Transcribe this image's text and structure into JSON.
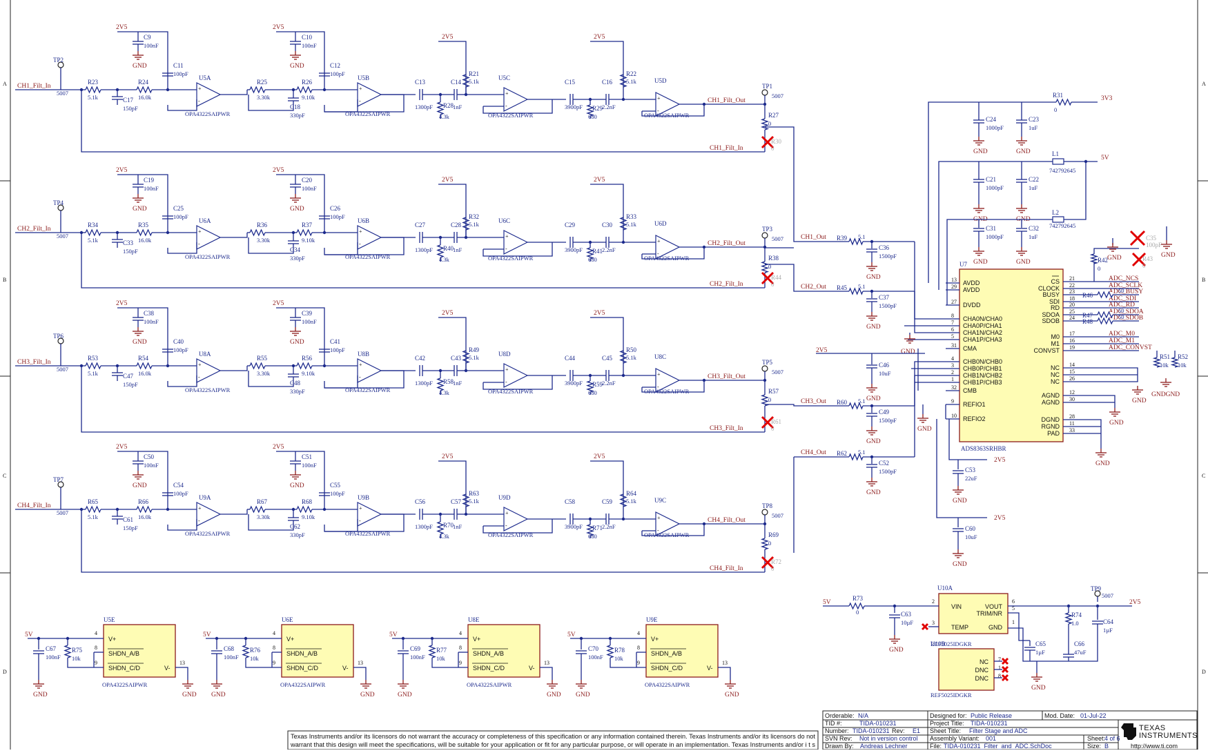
{
  "border": {
    "rows": [
      "A",
      "B",
      "C",
      "D"
    ]
  },
  "nets": {
    "ch1_in": "CH1_Filt_In",
    "ch2_in": "CH2_Filt_In",
    "ch3_in": "CH3_Filt_In",
    "ch4_in": "CH4_Filt_In",
    "ch1_out": "CH1_Filt_Out",
    "ch2_out": "CH2_Filt_Out",
    "ch3_out": "CH3_Filt_Out",
    "ch4_out": "CH4_Filt_Out",
    "ch1_o": "CH1_Out",
    "ch2_o": "CH2_Out",
    "ch3_o": "CH3_Out",
    "ch4_o": "CH4_Out",
    "v25": "2V5",
    "v5": "5V",
    "v33": "3V3",
    "gnd": "GND",
    "gndgnd": "GNDGND"
  },
  "common": {
    "opa_part": "OPA4322SAIPWR",
    "ref_part": "REF5025IDGKR",
    "tp_val": "5007"
  },
  "channels": [
    {
      "tp": "TP2",
      "r1": "R23",
      "r1v": "5.1k",
      "c_in": "C17",
      "c_inv": "150pF",
      "r2": "R24",
      "r2v": "16.0k",
      "cpwr": "C9",
      "cpwrv": "100nF",
      "cfb": "C11",
      "cfbv": "100pF",
      "ua": "U5A",
      "r3": "R25",
      "r3v": "3.30k",
      "r4": "R26",
      "r4v": "9.10k",
      "c2pwr": "C10",
      "c2pwrv": "100nF",
      "c2fb": "C12",
      "c2fbv": "100pF",
      "c2g": "C18",
      "c2gv": "330pF",
      "ub": "U5B",
      "c3": "C13",
      "c3v": "1300pF",
      "c4": "C14",
      "c4v": "1nF",
      "r5": "R21",
      "r5v": "5.1k",
      "r6": "R28",
      "r6v": "4.3k",
      "uc": "U5C",
      "c5": "C15",
      "c5v": "3900pF",
      "c6": "C16",
      "c6v": "2.2nF",
      "r7": "R22",
      "r7v": "5.1k",
      "r8": "R29",
      "r8v": "680",
      "ud": "U5D",
      "tpo": "TP1",
      "rs": "R27",
      "rsv": "0",
      "rd": "R30",
      "rdv": "0"
    },
    {
      "tp": "TP4",
      "r1": "R34",
      "r1v": "5.1k",
      "c_in": "C33",
      "c_inv": "150pF",
      "r2": "R35",
      "r2v": "16.0k",
      "cpwr": "C19",
      "cpwrv": "100nF",
      "cfb": "C25",
      "cfbv": "100pF",
      "ua": "U6A",
      "r3": "R36",
      "r3v": "3.30k",
      "r4": "R37",
      "r4v": "9.10k",
      "c2pwr": "C20",
      "c2pwrv": "100nF",
      "c2fb": "C26",
      "c2fbv": "100pF",
      "c2g": "C34",
      "c2gv": "330pF",
      "ub": "U6B",
      "c3": "C27",
      "c3v": "1300pF",
      "c4": "C28",
      "c4v": "1nF",
      "r5": "R32",
      "r5v": "5.1k",
      "r6": "R40",
      "r6v": "4.3k",
      "uc": "U6C",
      "c5": "C29",
      "c5v": "3900pF",
      "c6": "C30",
      "c6v": "2.2nF",
      "r7": "R33",
      "r7v": "5.1k",
      "r8": "R41",
      "r8v": "680",
      "ud": "U6D",
      "tpo": "TP3",
      "rs": "R38",
      "rsv": "0",
      "rd": "R44",
      "rdv": "0"
    },
    {
      "tp": "TP6",
      "r1": "R53",
      "r1v": "5.1k",
      "c_in": "C47",
      "c_inv": "150pF",
      "r2": "R54",
      "r2v": "16.0k",
      "cpwr": "C38",
      "cpwrv": "100nF",
      "cfb": "C40",
      "cfbv": "100pF",
      "ua": "U8A",
      "r3": "R55",
      "r3v": "3.30k",
      "r4": "R56",
      "r4v": "9.10k",
      "c2pwr": "C39",
      "c2pwrv": "100nF",
      "c2fb": "C41",
      "c2fbv": "100pF",
      "c2g": "C48",
      "c2gv": "330pF",
      "ub": "U8B",
      "c3": "C42",
      "c3v": "1300pF",
      "c4": "C43",
      "c4v": "1nF",
      "r5": "R49",
      "r5v": "5.1k",
      "r6": "R58",
      "r6v": "4.3k",
      "uc": "U8D",
      "c5": "C44",
      "c5v": "3900pF",
      "c6": "C45",
      "c6v": "2.2nF",
      "r7": "R50",
      "r7v": "5.1k",
      "r8": "R59",
      "r8v": "680",
      "ud": "U8C",
      "tpo": "TP5",
      "rs": "R57",
      "rsv": "0",
      "rd": "R61",
      "rdv": "0"
    },
    {
      "tp": "TP7",
      "r1": "R65",
      "r1v": "5.1k",
      "c_in": "C61",
      "c_inv": "150pF",
      "r2": "R66",
      "r2v": "16.0k",
      "cpwr": "C50",
      "cpwrv": "100nF",
      "cfb": "C54",
      "cfbv": "100pF",
      "ua": "U9A",
      "r3": "R67",
      "r3v": "3.30k",
      "r4": "R68",
      "r4v": "9.10k",
      "c2pwr": "C51",
      "c2pwrv": "100nF",
      "c2fb": "C55",
      "c2fbv": "100pF",
      "c2g": "C62",
      "c2gv": "330pF",
      "ub": "U9B",
      "c3": "C56",
      "c3v": "1300pF",
      "c4": "C57",
      "c4v": "1nF",
      "r5": "R63",
      "r5v": "5.1k",
      "r6": "R70",
      "r6v": "4.3k",
      "uc": "U9D",
      "c5": "C58",
      "c5v": "3900pF",
      "c6": "C59",
      "c6v": "2.2nF",
      "r7": "R64",
      "r7v": "5.1k",
      "r8": "R71",
      "r8v": "680",
      "ud": "U9C",
      "tpo": "TP8",
      "rs": "R69",
      "rsv": "0",
      "rd": "R72",
      "rdv": "0"
    }
  ],
  "adc": {
    "ref": "U7",
    "part": "ADS8363SRHBR",
    "left_pins": [
      "AVDD",
      "AVDD",
      "DVDD",
      "CHA0N/CHA0",
      "CHA0P/CHA1",
      "CHA1N/CHA2",
      "CHA1P/CHA3",
      "CMA",
      "CHB0N/CHB0",
      "CHB0P/CHB1",
      "CHB1N/CHB2",
      "CHB1P/CHB3",
      "CMB",
      "REFIO1",
      "REFIO2"
    ],
    "left_nums": [
      "13",
      "29",
      "27",
      "8",
      "7",
      "6",
      "5",
      "31",
      "4",
      "3",
      "2",
      "1",
      "32",
      "9",
      "10"
    ],
    "right_pins": [
      "CS",
      "CLOCK",
      "BUSY",
      "SDI",
      "RD",
      "SDOA",
      "SDOB",
      "M0",
      "M1",
      "CONVST",
      "NC",
      "NC",
      "NC",
      "AGND",
      "AGND",
      "DGND",
      "RGND",
      "PAD"
    ],
    "right_nums": [
      "21",
      "22",
      "23",
      "18",
      "20",
      "25",
      "24",
      "17",
      "16",
      "19",
      "14",
      "15",
      "26",
      "12",
      "30",
      "28",
      "11",
      "33"
    ],
    "nets": [
      "ADC_NCS",
      "ADC_SCLK",
      "ADC_BUSY",
      "ADC_SDI",
      "ADC_RD",
      "ADC_SDOA",
      "ADC_SDOB",
      "ADC_M0",
      "ADC_M1",
      "ADC_CONVST"
    ],
    "r46": "R46",
    "r47": "R47",
    "r48": "R48",
    "r_v": "50",
    "r42": "R42",
    "r42v": "0",
    "r43": "R43",
    "r43v": "0",
    "c35": "C35",
    "c35v": "100pF",
    "r51": "R51",
    "r51v": "10k",
    "r52": "R52",
    "r52v": "10k",
    "filt": [
      {
        "r": "R39",
        "c": "C36"
      },
      {
        "r": "R45",
        "c": "C37"
      },
      {
        "r": "R60",
        "c": "C49"
      },
      {
        "r": "R62",
        "c": "C52"
      }
    ],
    "filt_rv": "5.1",
    "filt_cv": "1500pF",
    "c46": "C46",
    "c46v": "10uF",
    "c53": "C53",
    "c53v": "22uF",
    "c60": "C60",
    "c60v": "10uF",
    "r31": "R31",
    "r31v": "0",
    "c24": "C24",
    "c24v": "1000pF",
    "c23": "C23",
    "c23v": "1uF",
    "l1": "L1",
    "l1v": "742792645",
    "c21": "C21",
    "c21v": "1000pF",
    "c22": "C22",
    "c22v": "1uF",
    "l2": "L2",
    "l2v": "742792645",
    "c31": "C31",
    "c31v": "1000pF",
    "c32": "C32",
    "c32v": "1uF"
  },
  "ref_circuit": {
    "u10a": "U10A",
    "u10b": "U10B",
    "r73": "R73",
    "r73v": "0",
    "c63": "C63",
    "c63v": "10µF",
    "r74": "R74",
    "r74v": "1.0",
    "c64": "C64",
    "c64v": "1µF",
    "c65": "C65",
    "c65v": "1µF",
    "c66": "C66",
    "c66v": "47uF",
    "tp9": "TP9",
    "tp9v": "5007",
    "pins": [
      "VIN",
      "TEMP",
      "VOUT",
      "TRIM/NR",
      "GND",
      "NC",
      "DNC",
      "DNC"
    ],
    "nums": [
      "2",
      "3",
      "6",
      "5",
      "4",
      "7",
      "1",
      "8"
    ]
  },
  "power_units": [
    {
      "u": "U5E",
      "c": "C67",
      "cv": "100nF",
      "r": "R75",
      "rv": "10k"
    },
    {
      "u": "U6E",
      "c": "C68",
      "cv": "100nF",
      "r": "R76",
      "rv": "10k"
    },
    {
      "u": "U8E",
      "c": "C69",
      "cv": "100nF",
      "r": "R77",
      "rv": "10k"
    },
    {
      "u": "U9E",
      "c": "C70",
      "cv": "100nF",
      "r": "R78",
      "rv": "10k"
    }
  ],
  "power_pins": {
    "vp": "V+",
    "sa": "SHDN_A/B",
    "sc": "SHDN_C/D",
    "vm": "V-",
    "n4": "4",
    "n8": "8",
    "n9": "9",
    "n13": "13"
  },
  "title_block": {
    "orderable_l": "Orderable:",
    "orderable": "N/A",
    "designed_l": "Designed for:",
    "designed": "Public Release",
    "mod_l": "Mod. Date:",
    "mod": "01-Jul-22",
    "tid_l": "TID #:",
    "tid": "TIDA-010231",
    "project_l": "Project Title:",
    "project": "TIDA-010231",
    "number_l": "Number:",
    "number": "TIDA-010231",
    "rev_l": "Rev:",
    "rev": "E1",
    "sheet_title_l": "Sheet Title:",
    "sheet_title": "Filter Stage and ADC",
    "svn_l": "SVN Rev:",
    "svn": "Not in version control",
    "assembly_l": "Assembly Variant:",
    "assembly": "001",
    "sheet_l": "Sheet:",
    "sheet": "4  of  6",
    "drawn_l": "Drawn By:",
    "drawn": "Andreas Lechner",
    "file_l": "File:",
    "file": "TIDA-010231_Filter_and_ADC.SchDoc",
    "size_l": "Size:",
    "size": "B",
    "url": "http://www.ti.com",
    "brand1": "TEXAS",
    "brand2": "INSTRUMENTS",
    "disclaimer1": "Texas Instruments and/or its licensors do not warrant the accuracy or completeness of this specification or any information contained therein. Texas Instruments and/or its licensors do not",
    "disclaimer2": "warrant that this design will meet the specifications, will be suitable for your application or fit for any particular purpose, or will operate in an implementation. Texas Instruments and/or i t s"
  }
}
